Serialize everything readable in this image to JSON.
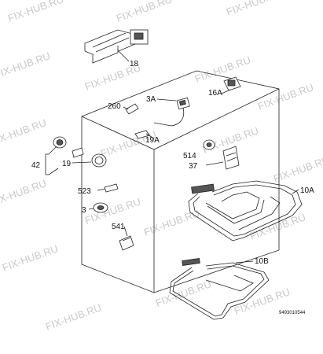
{
  "watermark": "FIX-HUB.RU",
  "drawing_code": "9493010544",
  "callouts": {
    "p18": "18",
    "p16a": "16A",
    "p260": "260",
    "p3a": "3A",
    "p19a": "19A",
    "p42": "42",
    "p19": "19",
    "p514": "514",
    "p37": "37",
    "p523": "523",
    "p3": "3",
    "p10a": "10A",
    "p541": "541",
    "p10b": "10B"
  }
}
